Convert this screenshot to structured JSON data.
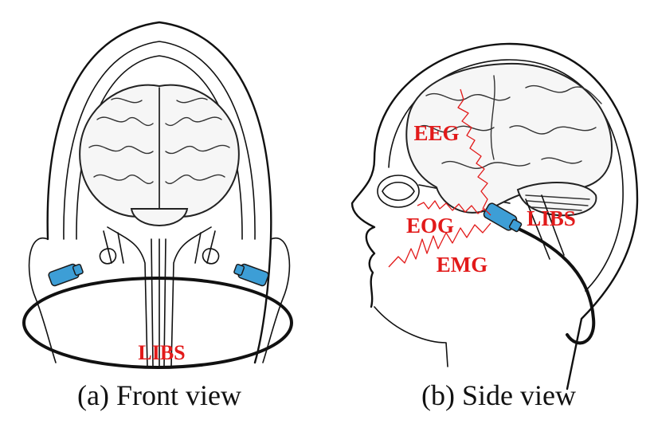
{
  "front_view": {
    "caption": "(a) Front view",
    "device_label": "LIBS"
  },
  "side_view": {
    "caption": "(b) Side view",
    "device_label": "LIBS",
    "signal_labels": {
      "eeg": "EEG",
      "eog": "EOG",
      "emg": "EMG"
    }
  },
  "colors": {
    "label_red": "#e21a1a",
    "earbud_blue": "#3d9ed6",
    "outline": "#111111"
  }
}
